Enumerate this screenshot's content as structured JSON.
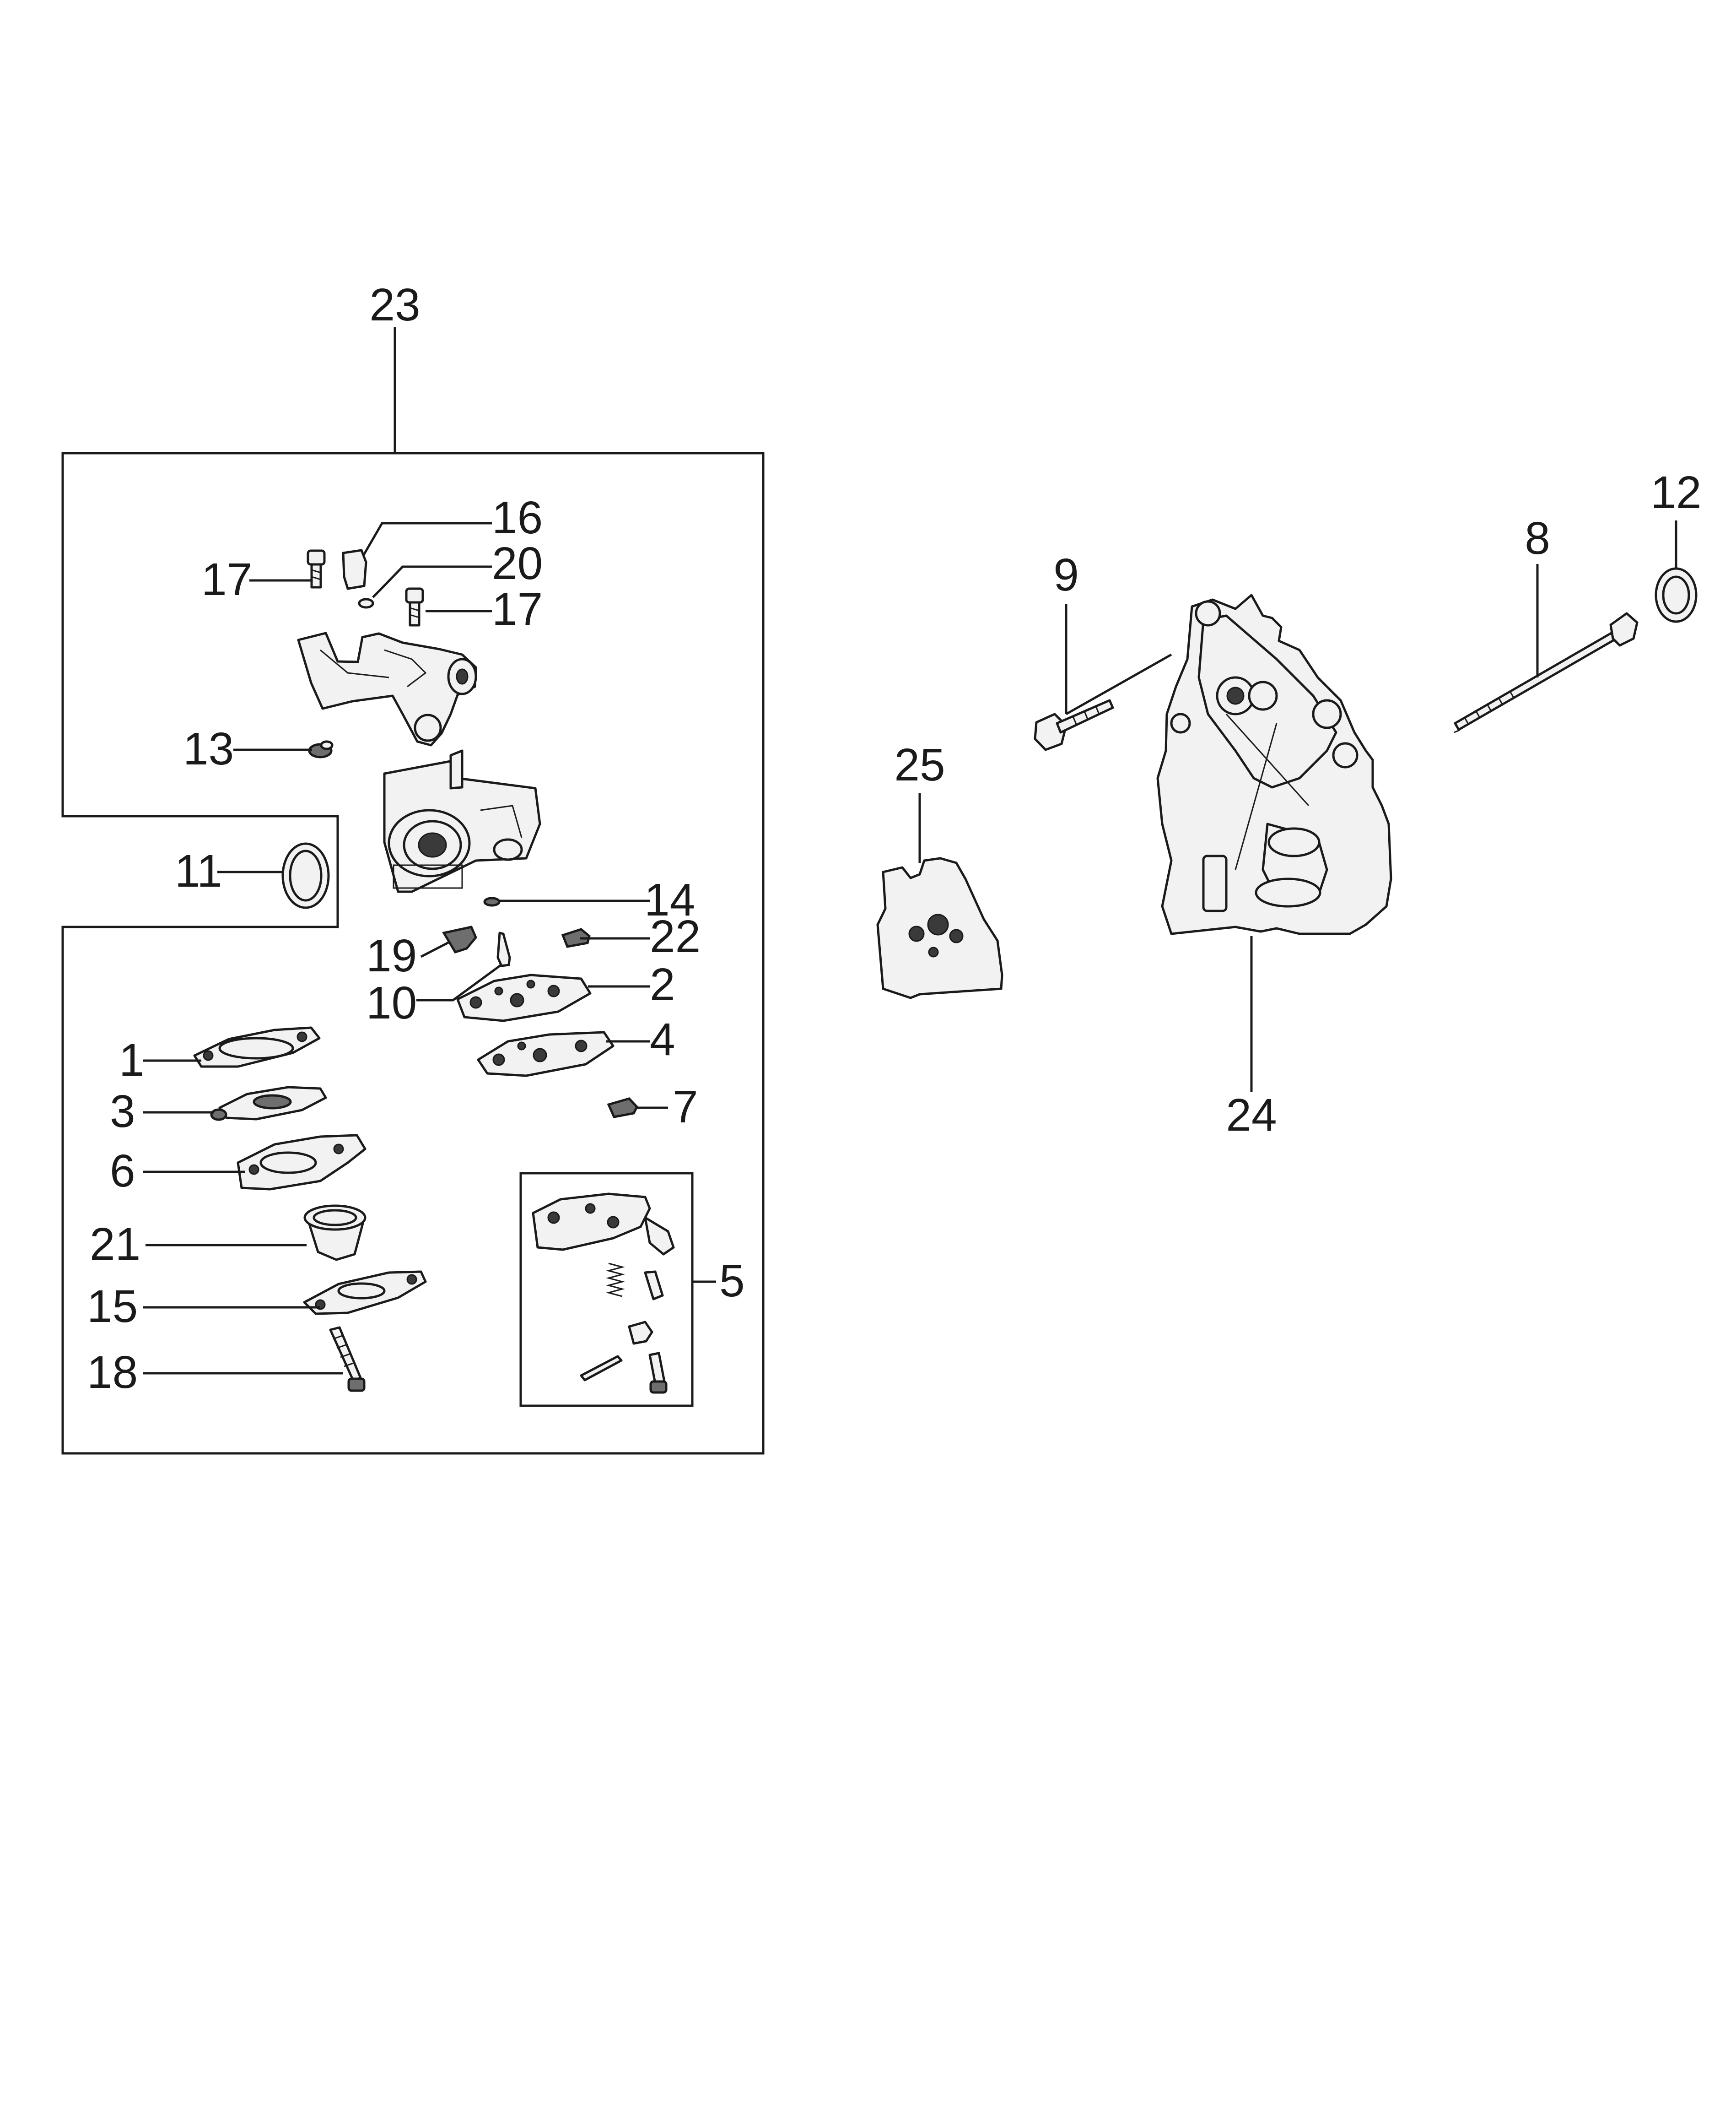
{
  "callouts": {
    "c1": "1",
    "c2": "2",
    "c3": "3",
    "c4": "4",
    "c5": "5",
    "c6": "6",
    "c7": "7",
    "c8": "8",
    "c9": "9",
    "c10": "10",
    "c11": "11",
    "c12": "12",
    "c13": "13",
    "c14": "14",
    "c15": "15",
    "c16": "16",
    "c17a": "17",
    "c17b": "17",
    "c18": "18",
    "c19": "19",
    "c20": "20",
    "c21": "21",
    "c22": "22",
    "c23": "23",
    "c24": "24",
    "c25": "25"
  }
}
